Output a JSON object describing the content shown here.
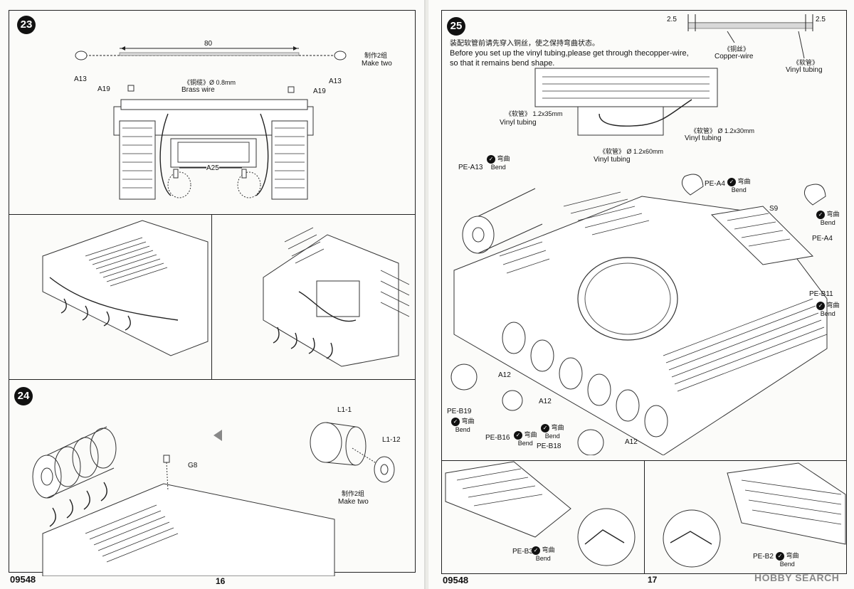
{
  "left_page": {
    "step23": {
      "number": "23",
      "dimension": "80",
      "wire_cn": "《铜缆》Ø 0.8mm",
      "wire_en": "Brass wire",
      "make_two_cn": "制作2组",
      "make_two_en": "Make two",
      "part_a13_left": "A13",
      "part_a13_right": "A13",
      "part_a19_left": "A19",
      "part_a19_right": "A19",
      "part_a25": "A25"
    },
    "step24": {
      "number": "24",
      "part_g8": "G8",
      "part_l1_1": "L1-1",
      "part_l1_12": "L1-12",
      "make_two_cn": "制作2组",
      "make_two_en": "Make two"
    },
    "footer": {
      "code": "09548",
      "page": "16"
    }
  },
  "right_page": {
    "step25": {
      "number": "25",
      "instruction_cn": "装配软管前请先穿入铜丝，使之保持弯曲状态。",
      "instruction_en_1": "Before you set up the vinyl tubing,please get through thecopper-wire,",
      "instruction_en_2": "so that it remains bend shape.",
      "dim_left": "2.5",
      "dim_right": "2.5",
      "copper_cn": "《铜丝》",
      "copper_en": "Copper-wire",
      "vinyl_cn": "《软管》",
      "vinyl_en": "Vinyl tubing",
      "tube1_spec": "《软管》 1.2x35mm",
      "tube1_en": "Vinyl tubing",
      "tube2_spec": "《软管》 Ø 1.2x30mm",
      "tube2_en": "Vinyl tubing",
      "tube3_spec": "《软管》 Ø 1.2x60mm",
      "tube3_en": "Vinyl tubing",
      "bend_cn": "弯曲",
      "bend_en": "Bend",
      "parts": {
        "pe_a13": "PE-A13",
        "pe_a4_top": "PE-A4",
        "s9": "S9",
        "pe_a4_right": "PE-A4",
        "pe_b11": "PE-B11",
        "a12_1": "A12",
        "a12_2": "A12",
        "a12_3": "A12",
        "pe_b19": "PE-B19",
        "pe_b16": "PE-B16",
        "pe_b18": "PE-B18",
        "pe_b3": "PE-B3",
        "pe_b2": "PE-B2"
      },
      "check_glyph": "✓"
    },
    "footer": {
      "code": "09548",
      "page": "17"
    },
    "watermark": "HOBBY SEARCH"
  }
}
